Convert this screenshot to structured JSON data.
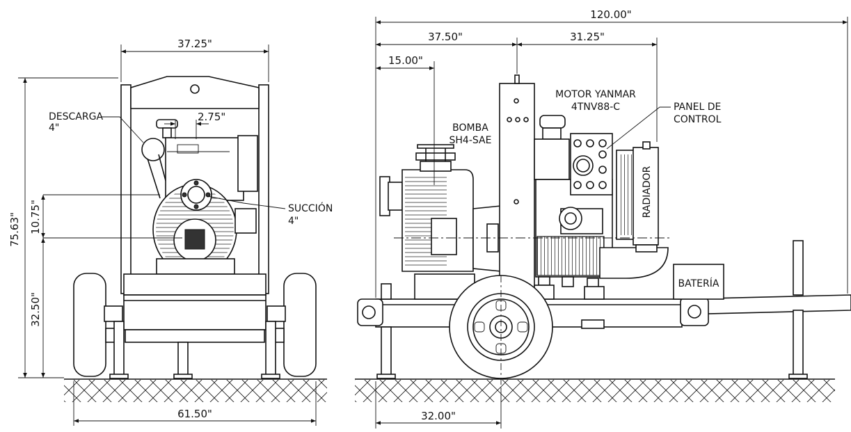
{
  "dimensions": {
    "front_width_top": "37.25\"",
    "front_total_height": "75.63\"",
    "front_discharge_offset": "2.75\"",
    "front_suction_height": "10.75\"",
    "front_axle_height": "32.50\"",
    "front_track_width": "61.50\"",
    "side_total_length": "120.00\"",
    "side_to_frame": "37.50\"",
    "side_engine_span": "31.25\"",
    "side_pump_offset": "15.00\"",
    "side_wheel_offset": "32.00\""
  },
  "labels": {
    "discharge": "DESCARGA",
    "discharge_size": "4\"",
    "suction": "SUCCIÓN",
    "suction_size": "4\"",
    "motor_line1": "MOTOR YANMAR",
    "motor_line2": "4TNV88-C",
    "panel_line1": "PANEL DE",
    "panel_line2": "CONTROL",
    "pump_line1": "BOMBA",
    "pump_line2": "SH4-SAE",
    "radiator": "RADIADOR",
    "battery": "BATERÍA"
  }
}
